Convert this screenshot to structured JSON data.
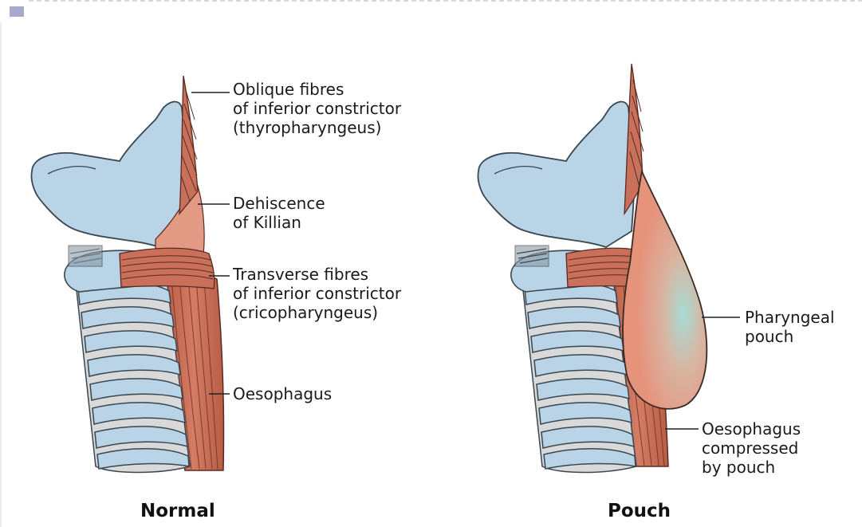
{
  "diagrams": {
    "normal": {
      "caption": "Normal",
      "labels": {
        "oblique": [
          "Oblique fibres",
          "of inferior constrictor",
          "(thyropharyngeus)"
        ],
        "dehiscence": [
          "Dehiscence",
          "of Killian"
        ],
        "transverse": [
          "Transverse fibres",
          "of inferior constrictor",
          "(cricopharyngeus)"
        ],
        "oesophagus": [
          "Oesophagus"
        ]
      }
    },
    "pouch": {
      "caption": "Pouch",
      "labels": {
        "pharyngeal_pouch": [
          "Pharyngeal",
          "pouch"
        ],
        "oesophagus_compressed": [
          "Oesophagus",
          "compressed",
          "by pouch"
        ]
      }
    }
  },
  "colors": {
    "cartilage": "#b8d4e6",
    "cartilage_stroke": "#3a4650",
    "muscle": "#c8705a",
    "muscle_light": "#e29a84",
    "pouch": "#e6937c",
    "pouch_highlight": "#a8dcd4",
    "ring_gap": "#d9d9d9",
    "corner_marker": "#a9a9cf"
  }
}
